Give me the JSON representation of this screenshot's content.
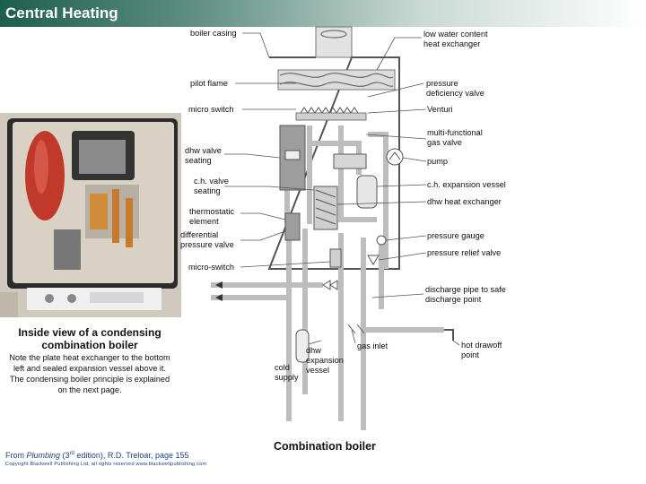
{
  "header": {
    "title": "Central Heating"
  },
  "labels": {
    "boiler_casing": "boiler casing",
    "low_water": "low water content\nheat exchanger",
    "pilot_flame": "pilot flame",
    "pressure_deficiency": "pressure\ndeficiency valve",
    "micro_switch": "micro switch",
    "venturi": "Venturi",
    "multi_gas": "multi-functional\ngas valve",
    "dhw_valve": "dhw valve\nseating",
    "pump": "pump",
    "ch_valve": "c.h. valve\nseating",
    "ch_expansion": "c.h. expansion vessel",
    "dhw_hx": "dhw heat exchanger",
    "thermostatic": "thermostatic\nelement",
    "diff_pressure": "differential\npressure valve",
    "pressure_gauge": "pressure gauge",
    "relief_valve": "pressure relief valve",
    "micro_switch_2": "micro-switch",
    "discharge": "discharge pipe to safe\ndischarge point",
    "dhw_expansion": "dhw\nexpansion\nvessel",
    "gas_inlet": "gas inlet",
    "cold_supply": "cold\nsupply",
    "hot_drawoff": "hot drawoff\npoint"
  },
  "photo_caption": {
    "title": "Inside view of a condensing\ncombination boiler",
    "note": "Note the plate heat exchanger to the bottom\nleft and sealed expansion vessel above it.\nThe condensing boiler principle is explained\non the next page."
  },
  "source": {
    "prefix": "From ",
    "book": "Plumbing",
    "edition_num": "(3",
    "edition_sup": "rd",
    "rest": " edition), R.D. Treloar, page 155"
  },
  "copyright": "Copyright Blackwell Publishing Ltd, all rights reserved  www.blackwellpublishing.com",
  "caption": "Combination boiler",
  "colors": {
    "pipe_grey": "#c8c8c8",
    "pipe_dark": "#6e6e6e",
    "header": "#1d5e4f"
  }
}
